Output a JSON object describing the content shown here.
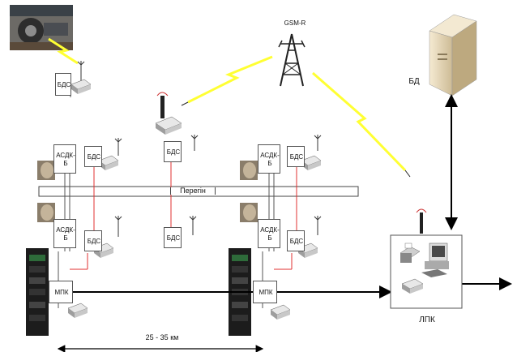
{
  "labels": {
    "gsm": "GSM-R",
    "bd": "БД",
    "lpk": "ЛПК",
    "peregin": "Перегін",
    "distance": "25 - 35 км",
    "bds": "БДС",
    "asdk_line1": "АСДК-",
    "asdk_line2": "Б",
    "mpk": "МПК"
  },
  "colors": {
    "lightning": "#ffff33",
    "red_link": "#e03030",
    "line": "#000000",
    "server": "#e9dcc0"
  },
  "icons": [
    "antenna-icon",
    "modem-icon",
    "server-icon",
    "printer-icon",
    "computer-icon",
    "lightning-icon",
    "radio-mast-icon",
    "camera-sensor-icon",
    "rack-icon",
    "train-photo"
  ]
}
